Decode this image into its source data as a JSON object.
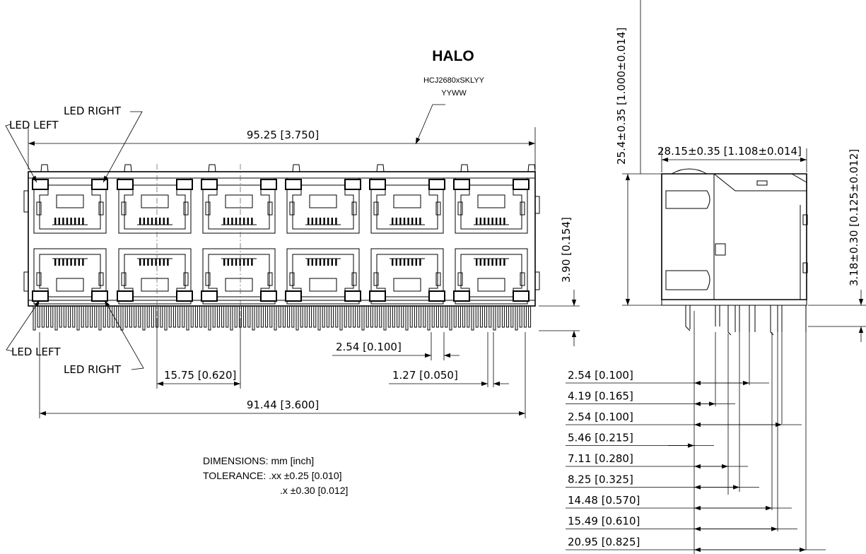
{
  "marking": {
    "brand": "HALO",
    "part_number": "HCJ2680xSKLYY",
    "date_code": "YYWW"
  },
  "leds": {
    "top_right": "LED RIGHT",
    "top_left": "LED LEFT",
    "bottom_left": "LED LEFT",
    "bottom_right": "LED RIGHT"
  },
  "front_view": {
    "overall_width": "95.25 [3.750]",
    "module_pitch": "15.75 [0.620]",
    "pin_pitch_a": "2.54 [0.100]",
    "pin_pitch_b": "1.27 [0.050]",
    "pin_span": "91.44 [3.600]",
    "stand_off": "3.90 [0.154]"
  },
  "side_view": {
    "height": "25.4±0.35 [1.000±0.014]",
    "depth": "28.15±0.35 [1.108±0.014]",
    "pin_length": "3.18±0.30 [0.125±0.012]",
    "pin_offsets": [
      "2.54 [0.100]",
      "4.19 [0.165]",
      "2.54 [0.100]",
      "5.46 [0.215]",
      "7.11 [0.280]",
      "8.25 [0.325]",
      "14.48 [0.570]",
      "15.49 [0.610]",
      "20.95 [0.825]"
    ]
  },
  "notes": {
    "dimensions": "DIMENSIONS: mm [inch]",
    "tolerance_xx": "TOLERANCE:  .xx  ±0.25 [0.010]",
    "tolerance_x": ".x ±0.30 [0.012]"
  }
}
